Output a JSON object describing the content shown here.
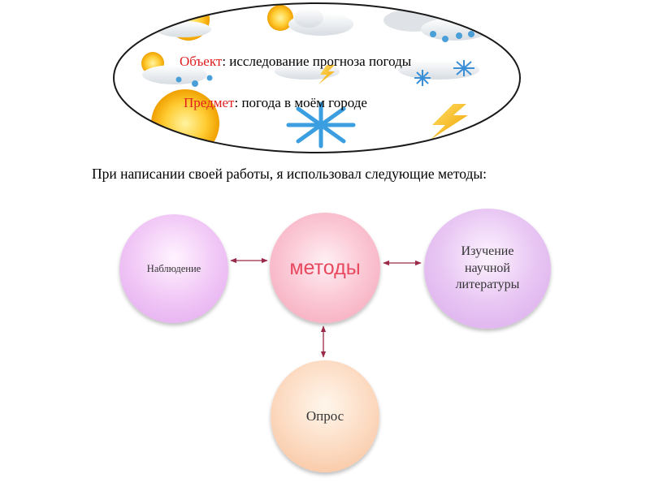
{
  "header": {
    "object_label": "Объект",
    "object_text": ": исследование прогноза погоды",
    "subject_label": "Предмет",
    "subject_text": ": погода в моём городе"
  },
  "intro": "При написании своей работы, я использовал следующие методы:",
  "diagram": {
    "center": "методы",
    "left": "Наблюдение",
    "right_line1": "Изучение",
    "right_line2": "научной",
    "right_line3": "литературы",
    "bottom": "Опрос"
  },
  "colors": {
    "accent_red": "#e02020",
    "center_text": "#e8495f",
    "connector": "#9b2a48"
  },
  "icons": [
    "sun-icon",
    "cloud-icon",
    "rain-drop-icon",
    "snowflake-icon",
    "lightning-icon"
  ]
}
